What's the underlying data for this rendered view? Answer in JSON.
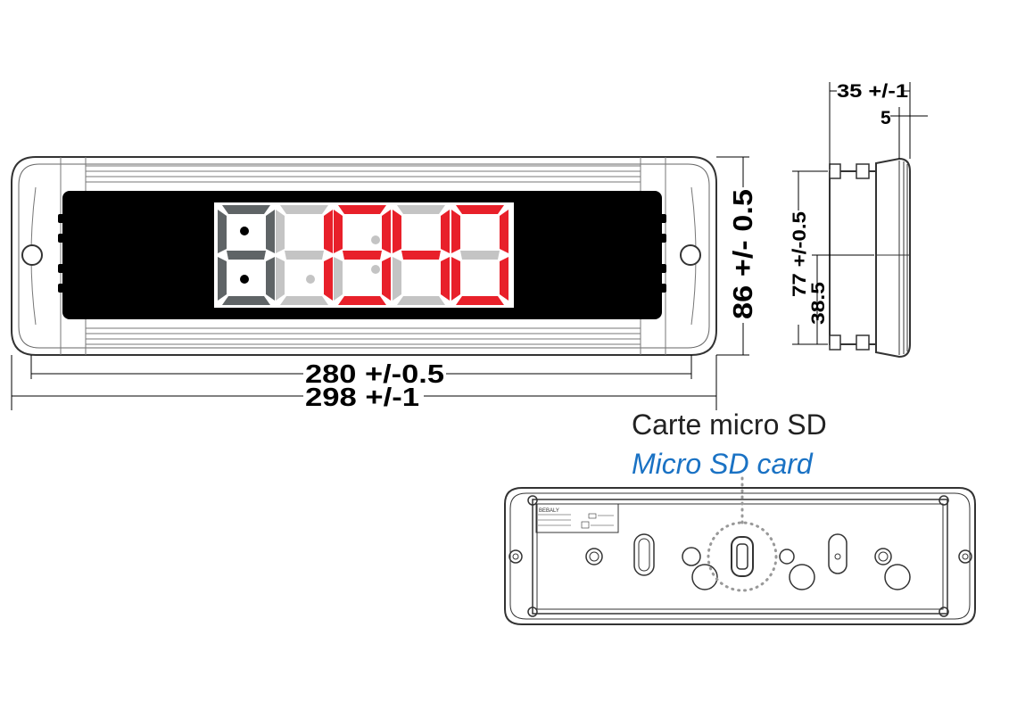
{
  "dimensions": {
    "inner_width": "280 +/-0.5",
    "outer_width": "298 +/-1",
    "height": "86 +/- 0.5",
    "depth": "35 +/-1",
    "lip": "5",
    "cutout_height": "77 +/-0.5",
    "half_height": "38.5"
  },
  "sd_card": {
    "label_fr": "Carte micro SD",
    "label_en": "Micro SD card"
  },
  "label_plate": {
    "brand": "BEBALY"
  },
  "display": {
    "digits": "1940",
    "note": "",
    "colors": {
      "on": "#e8202a",
      "off": "#c4c4c4",
      "dark_off": "#5f6466",
      "case": "#000000"
    }
  }
}
